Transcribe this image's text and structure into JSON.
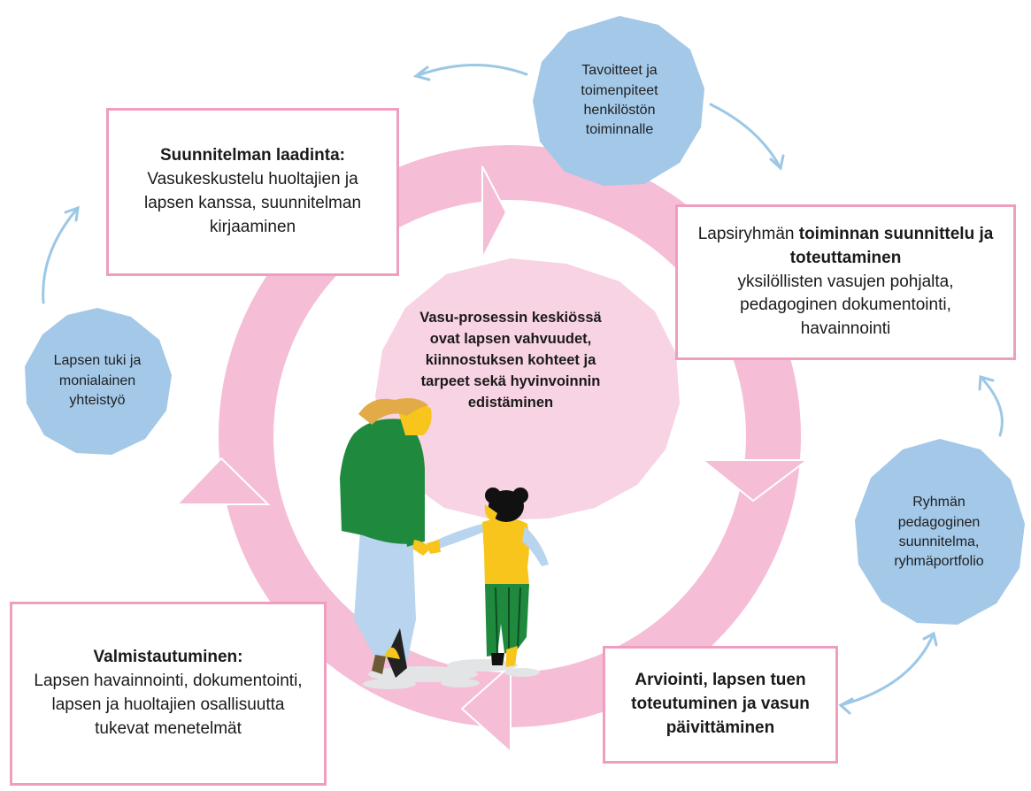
{
  "center": {
    "text": "Vasu-prosessin keskiössä ovat lapsen vahvuudet, kiinnostuksen kohteet ja tarpeet sekä hyvinvoinnin edistäminen"
  },
  "boxes": {
    "planning": {
      "title": "Suunnitelman laadinta:",
      "body": "Vasukeskustelu huoltajien ja lapsen kanssa, suunnitelman kirjaaminen"
    },
    "group_activity": {
      "lead": "Lapsiryhmän",
      "title": "toiminnan suunnittelu ja toteuttaminen",
      "body": "yksilöllisten vasujen pohjalta, pedagoginen dokumentointi, havainnointi"
    },
    "evaluation": {
      "title": "Arviointi, lapsen tuen toteutuminen ja vasun päivittäminen"
    },
    "preparation": {
      "title": "Valmistautuminen:",
      "body": "Lapsen havainnointi, dokumentointi, lapsen ja huoltajien osallisuutta tukevat menetelmät"
    }
  },
  "bubbles": {
    "goals": "Tavoitteet ja toimenpiteet henkilöstön toiminnalle",
    "support": "Lapsen tuki ja monialainen yhteistyö",
    "group_plan": "Ryhmän pedagoginen suunnitelma, ryhmäportfolio"
  },
  "colors": {
    "cycle_pink": "#f5bdd6",
    "center_pink": "#f8d3e3",
    "box_border": "#ef9ec0",
    "bubble_blue": "#a3c8e8",
    "arrow_blue": "#9cc8e6",
    "adult_sweater": "#1f8a3e",
    "pants_blue": "#b8d4ee",
    "skin_yellow": "#f7c51b",
    "hair_blonde": "#e2ab47"
  },
  "illustration": {
    "figures": [
      "adult",
      "child"
    ]
  }
}
